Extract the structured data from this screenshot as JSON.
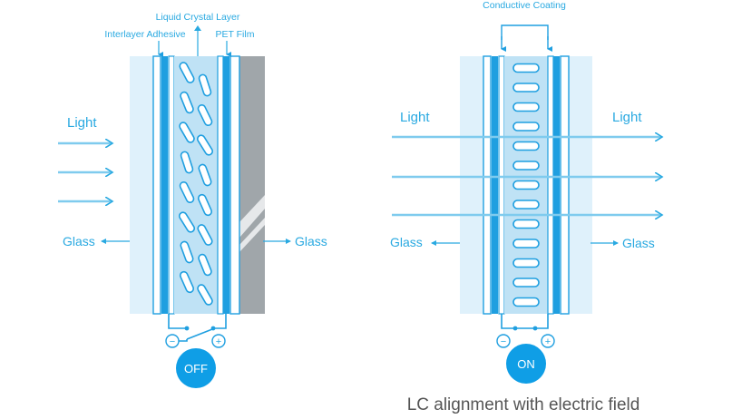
{
  "off_panel": {
    "label_liquid_crystal_layer": "Liquid Crystal Layer",
    "label_interlayer_adhesive": "Interlayer Adhesive",
    "label_pet_film": "PET Film",
    "label_light": "Light",
    "label_glass_left": "Glass",
    "label_glass_right": "Glass",
    "minus_symbol": "−",
    "plus_symbol": "+",
    "switch_label": "OFF"
  },
  "on_panel": {
    "label_conductive_coating": "Conductive Coating",
    "label_light_in": "Light",
    "label_light_out": "Light",
    "label_glass_left": "Glass",
    "label_glass_right": "Glass",
    "minus_symbol": "−",
    "plus_symbol": "+",
    "switch_label": "ON",
    "caption": "LC alignment with electric field"
  },
  "colors": {
    "accent_blue": "#29a9e1",
    "film_blue": "#1f9fe0",
    "lc_layer": "#bfe2f5",
    "glass_light": "#dff1fb",
    "glass_gray": "#a0a6aa",
    "caption_gray": "#555555"
  }
}
